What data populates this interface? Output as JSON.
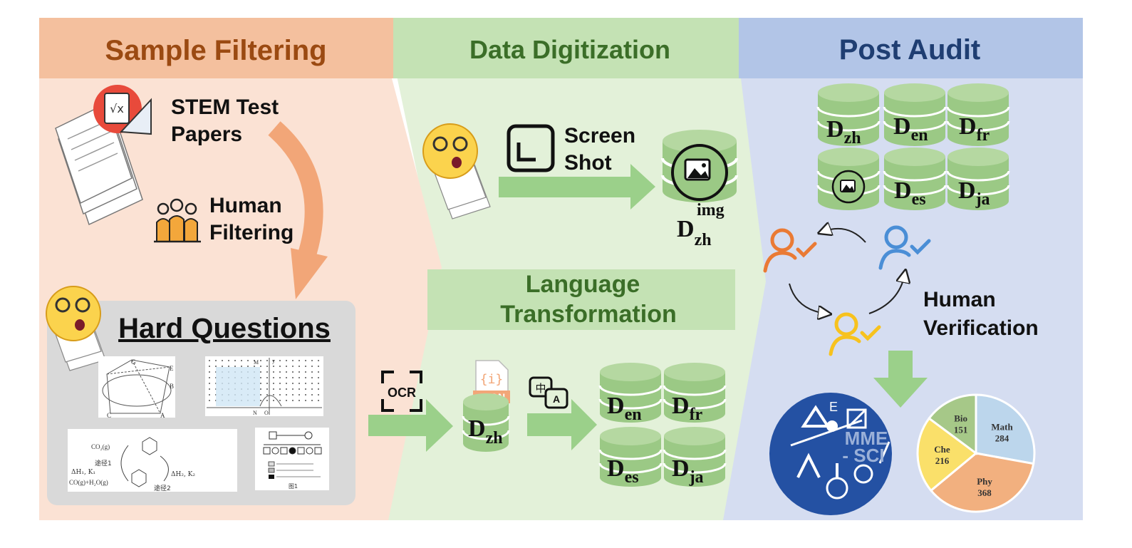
{
  "colors": {
    "sample_bg": "#fbe2d4",
    "sample_hdr": "#f4c09e",
    "sample_hdr_text": "#9b4a12",
    "digit_bg": "#e3f1d9",
    "digit_hdr": "#c4e2b4",
    "digit_hdr_text": "#3b6e28",
    "audit_bg": "#d5ddf1",
    "audit_hdr": "#b2c5e7",
    "audit_hdr_text": "#1f3e72",
    "db_green": "#9bc985",
    "arrow_green": "#9bd08a",
    "arrow_orange": "#f2a678",
    "badge_blue": "#2451a3"
  },
  "sections": {
    "sample_filtering": "Sample Filtering",
    "data_digitization": "Data Digitization",
    "post_audit": "Post Audit"
  },
  "sample": {
    "stem_line1": "STEM Test",
    "stem_line2": "Papers",
    "human_line1": "Human",
    "human_line2": "Filtering",
    "hard_questions": "Hard Questions",
    "thumb_labels": [
      "G",
      "E",
      "B",
      "A",
      "C",
      "M",
      "y",
      "N",
      "O",
      "CO₂(g)",
      "途径1",
      "途径2",
      "ΔH₁, K₁",
      "ΔH₂, K₂",
      "CO(g)+H₂O(g)",
      "图1"
    ]
  },
  "digitization": {
    "screen_line1": "Screen",
    "screen_line2": "Shot",
    "d_img": {
      "base": "D",
      "sup": "img",
      "sub": "zh"
    },
    "lang_line1": "Language",
    "lang_line2": "Transformation",
    "ocr": "OCR",
    "json_tag": "JSON",
    "json_glyph": "{i}",
    "translate_zh": "中",
    "translate_a": "A",
    "d_zh": {
      "base": "D",
      "sub": "zh"
    },
    "langs": [
      {
        "base": "D",
        "sub": "en"
      },
      {
        "base": "D",
        "sub": "fr"
      },
      {
        "base": "D",
        "sub": "es"
      },
      {
        "base": "D",
        "sub": "ja"
      }
    ]
  },
  "audit": {
    "dbs": [
      {
        "base": "D",
        "sub": "zh"
      },
      {
        "base": "D",
        "sub": "en"
      },
      {
        "base": "D",
        "sub": "fr"
      },
      {
        "base": "",
        "sub": ""
      },
      {
        "base": "D",
        "sub": "es"
      },
      {
        "base": "D",
        "sub": "ja"
      }
    ],
    "verify_line1": "Human",
    "verify_line2": "Verification",
    "badge_line1": "MME",
    "badge_line2": "- SCI",
    "badge_letter": "E"
  },
  "chart_data": {
    "type": "pie",
    "categories": [
      "Math",
      "Phy",
      "Che",
      "Bio"
    ],
    "values": [
      284,
      368,
      216,
      151
    ],
    "colors": [
      "#bcd6ec",
      "#f2b07f",
      "#fae06a",
      "#a6c888"
    ]
  }
}
